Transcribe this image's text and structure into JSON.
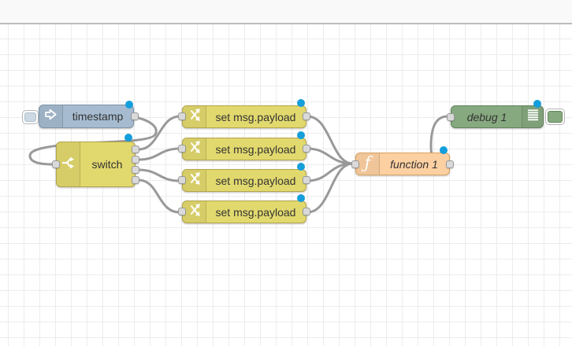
{
  "workspace": {
    "background": "#ffffff",
    "grid_color": "#ececec",
    "header_background": "#f9f9f9",
    "header_border": "#bdbdbd"
  },
  "nodes": {
    "inject": {
      "label": "timestamp",
      "type": "inject",
      "color": "#a6bbcf",
      "icon": "inject-arrow-icon"
    },
    "switch": {
      "label": "switch",
      "type": "switch",
      "color": "#e2d96e",
      "outputs": 4,
      "icon": "switch-fork-icon"
    },
    "change1": {
      "label": "set msg.payload",
      "type": "change",
      "color": "#e2d96e",
      "icon": "swap-arrows-icon"
    },
    "change2": {
      "label": "set msg.payload",
      "type": "change",
      "color": "#e2d96e",
      "icon": "swap-arrows-icon"
    },
    "change3": {
      "label": "set msg.payload",
      "type": "change",
      "color": "#e2d96e",
      "icon": "swap-arrows-icon"
    },
    "change4": {
      "label": "set msg.payload",
      "type": "change",
      "color": "#e2d96e",
      "icon": "swap-arrows-icon"
    },
    "function1": {
      "label": "function 1",
      "type": "function",
      "color": "#fdd0a2",
      "icon": "function-f-icon",
      "icon_glyph": "ƒ"
    },
    "debug1": {
      "label": "debug 1",
      "type": "debug",
      "color": "#87a980",
      "icon": "debug-list-icon"
    }
  },
  "wires": [
    {
      "from": "timestamp",
      "to": "switch"
    },
    {
      "from": "switch:output1",
      "to": "set msg.payload (1)"
    },
    {
      "from": "switch:output2",
      "to": "set msg.payload (2)"
    },
    {
      "from": "switch:output3",
      "to": "set msg.payload (3)"
    },
    {
      "from": "switch:output4",
      "to": "set msg.payload (4)"
    },
    {
      "from": "set msg.payload (1)",
      "to": "function 1"
    },
    {
      "from": "set msg.payload (2)",
      "to": "function 1"
    },
    {
      "from": "set msg.payload (3)",
      "to": "function 1"
    },
    {
      "from": "set msg.payload (4)",
      "to": "function 1"
    },
    {
      "from": "function 1",
      "to": "debug 1"
    }
  ],
  "indicators": {
    "modified_dot_color": "#149edb",
    "modified_nodes": [
      "timestamp",
      "switch",
      "set msg.payload x4",
      "function 1",
      "debug 1"
    ]
  },
  "styles": {
    "wire_color": "#999999",
    "port_fill": "#d9d9d9",
    "port_stroke": "#999999"
  }
}
